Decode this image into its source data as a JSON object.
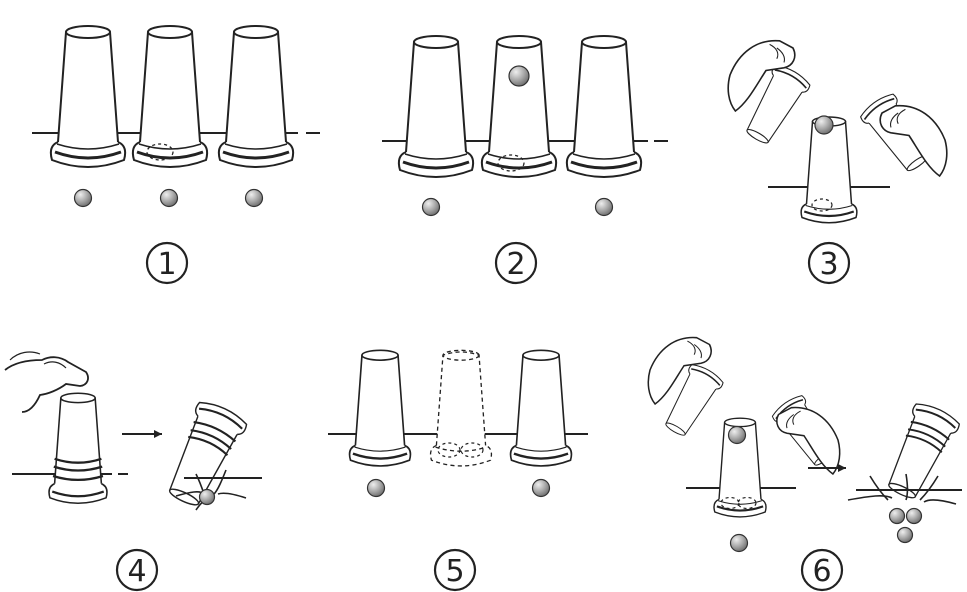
{
  "steps": [
    {
      "number": "1"
    },
    {
      "number": "2"
    },
    {
      "number": "3"
    },
    {
      "number": "4"
    },
    {
      "number": "5"
    },
    {
      "number": "6"
    }
  ],
  "colors": {
    "line": "#222222",
    "ball_light": "#e8e8e8",
    "ball_dark": "#7a7a7a"
  }
}
